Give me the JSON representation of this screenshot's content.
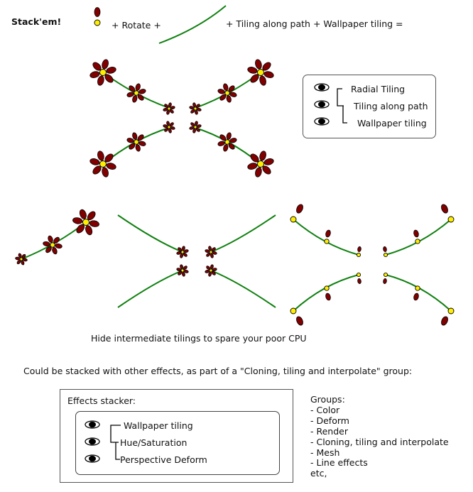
{
  "header": {
    "title": "Stack'em!",
    "rotate_label": "+ Rotate +",
    "tail_label": "+ Tiling along path + Wallpaper tiling ="
  },
  "layers_panel": {
    "items": [
      {
        "label": "Radial Tiling",
        "visible": true,
        "icon": "eye-icon"
      },
      {
        "label": "Tiling along path",
        "visible": true,
        "icon": "eye-icon"
      },
      {
        "label": "Wallpaper tiling",
        "visible": true,
        "icon": "eye-icon"
      }
    ]
  },
  "captions": {
    "hide_note": "Hide intermediate tilings to spare your poor CPU",
    "stack_note": "Could be stacked with other effects, as part of a \"Cloning, tiling and interpolate\" group:"
  },
  "effects_stacker": {
    "title": "Effects stacker:",
    "items": [
      {
        "label": "Wallpaper tiling",
        "visible": true,
        "icon": "eye-icon"
      },
      {
        "label": "Hue/Saturation",
        "visible": true,
        "icon": "eye-icon"
      },
      {
        "label": "Perspective Deform",
        "visible": true,
        "icon": "eye-icon"
      }
    ]
  },
  "groups": {
    "title": "Groups:",
    "items": [
      "- Color",
      "- Deform",
      "- Render",
      "- Cloning, tiling and interpolate",
      "- Mesh",
      "- Line effects"
    ],
    "footer": "etc,"
  },
  "colors": {
    "petal": "#800000",
    "center": "#ffee00",
    "stem": "#108010",
    "outline": "#000000",
    "border": "#555555"
  }
}
